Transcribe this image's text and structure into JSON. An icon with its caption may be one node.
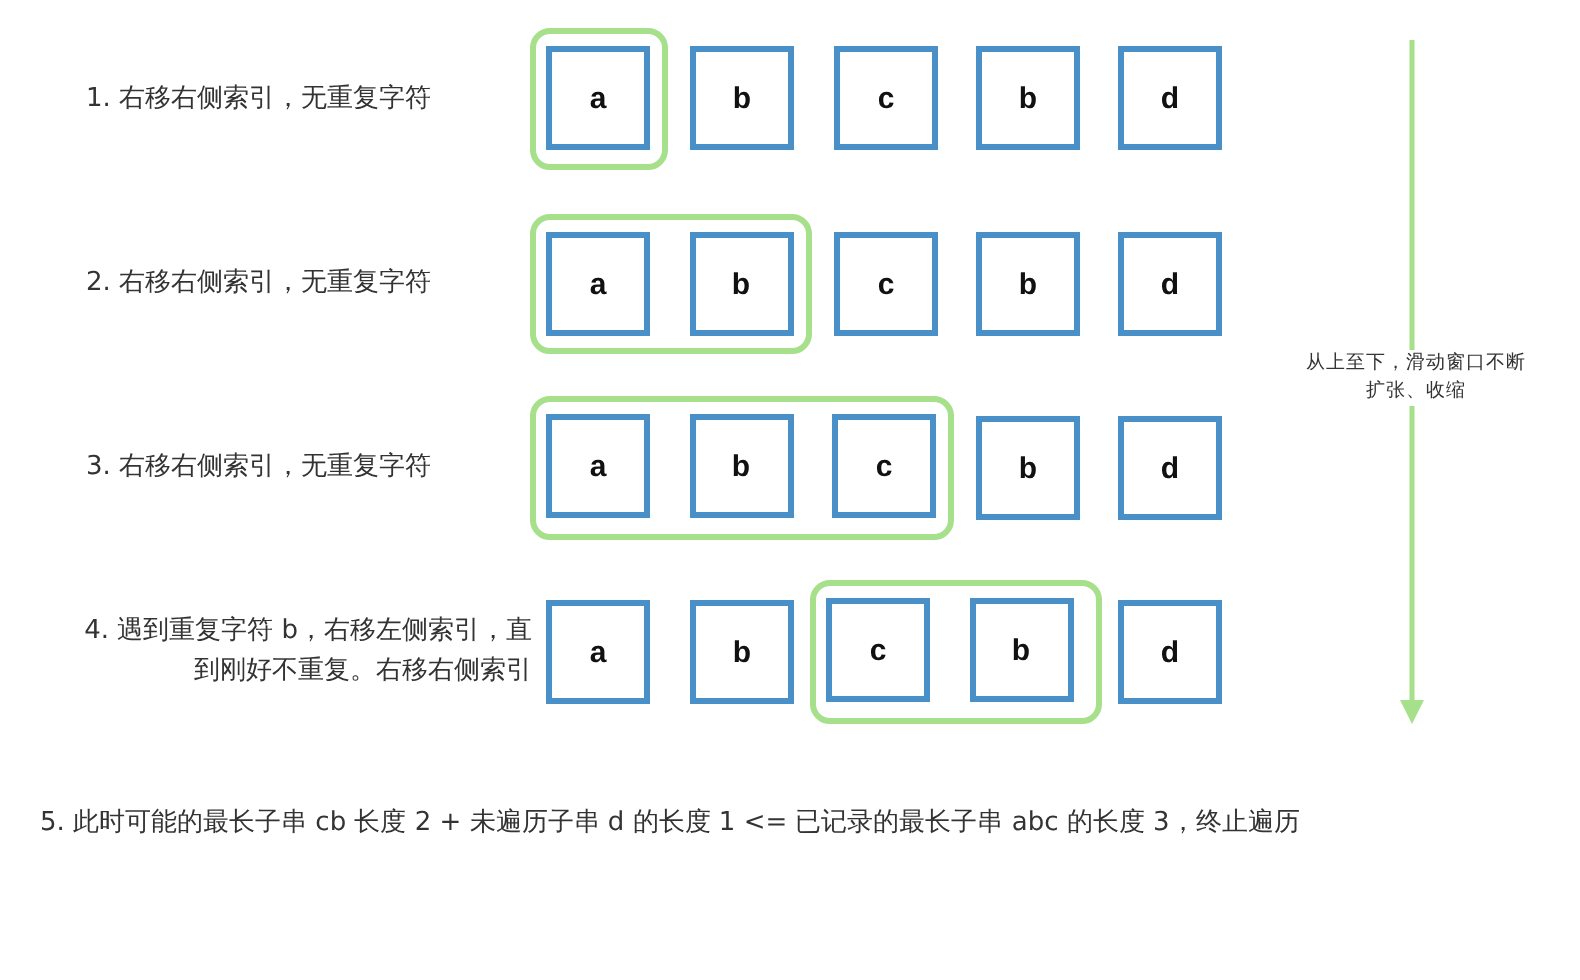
{
  "diagram": {
    "nodes": [
      {
        "text": [],
        "shape": "box"
      },
      {
        "text": [
          "a"
        ],
        "in": 0
      },
      {
        "text": [
          "b"
        ]
      },
      {
        "text": [
          "c"
        ]
      },
      {
        "text": [
          "b"
        ]
      },
      {
        "text": [
          "d"
        ]
      },
      {
        "text": [],
        "shape": "box"
      },
      {
        "text": [
          "a"
        ],
        "in": 6
      },
      {
        "text": [
          "b"
        ],
        "in": 6
      },
      {
        "text": [
          "c"
        ]
      },
      {
        "text": [
          "b"
        ]
      },
      {
        "text": [
          "d"
        ]
      },
      {
        "text": [],
        "shape": "box"
      },
      {
        "text": [
          "a"
        ],
        "in": 12
      },
      {
        "text": [
          "b"
        ],
        "in": 12
      },
      {
        "text": [
          "c"
        ],
        "in": 12
      },
      {
        "text": [
          "b"
        ]
      },
      {
        "text": [
          "d"
        ]
      },
      {
        "text": [
          "a"
        ]
      },
      {
        "text": [
          "b"
        ]
      },
      {
        "text": [],
        "shape": "box"
      },
      {
        "text": [
          "c"
        ],
        "in": 20
      },
      {
        "text": [
          "b"
        ],
        "in": 20
      },
      {
        "text": [
          "d"
        ]
      }
    ],
    "labels": [
      "1. 右移右侧索引，无重复字符",
      "2. 右移右侧索引，无重复字符",
      "从上至下，滑动窗口不断扩张、收缩",
      "3. 右移右侧索引，无重复字符",
      "4. 遇到重复字符 b，右移左侧索引，直到刚好不重复。右移右侧索引",
      "5. 此时可能的最长子串 cb 长度 2 + 未遍历子串 d 的长度 1 <= 已记录的最长子串 abc 的长度 3，终止遍历"
    ]
  }
}
